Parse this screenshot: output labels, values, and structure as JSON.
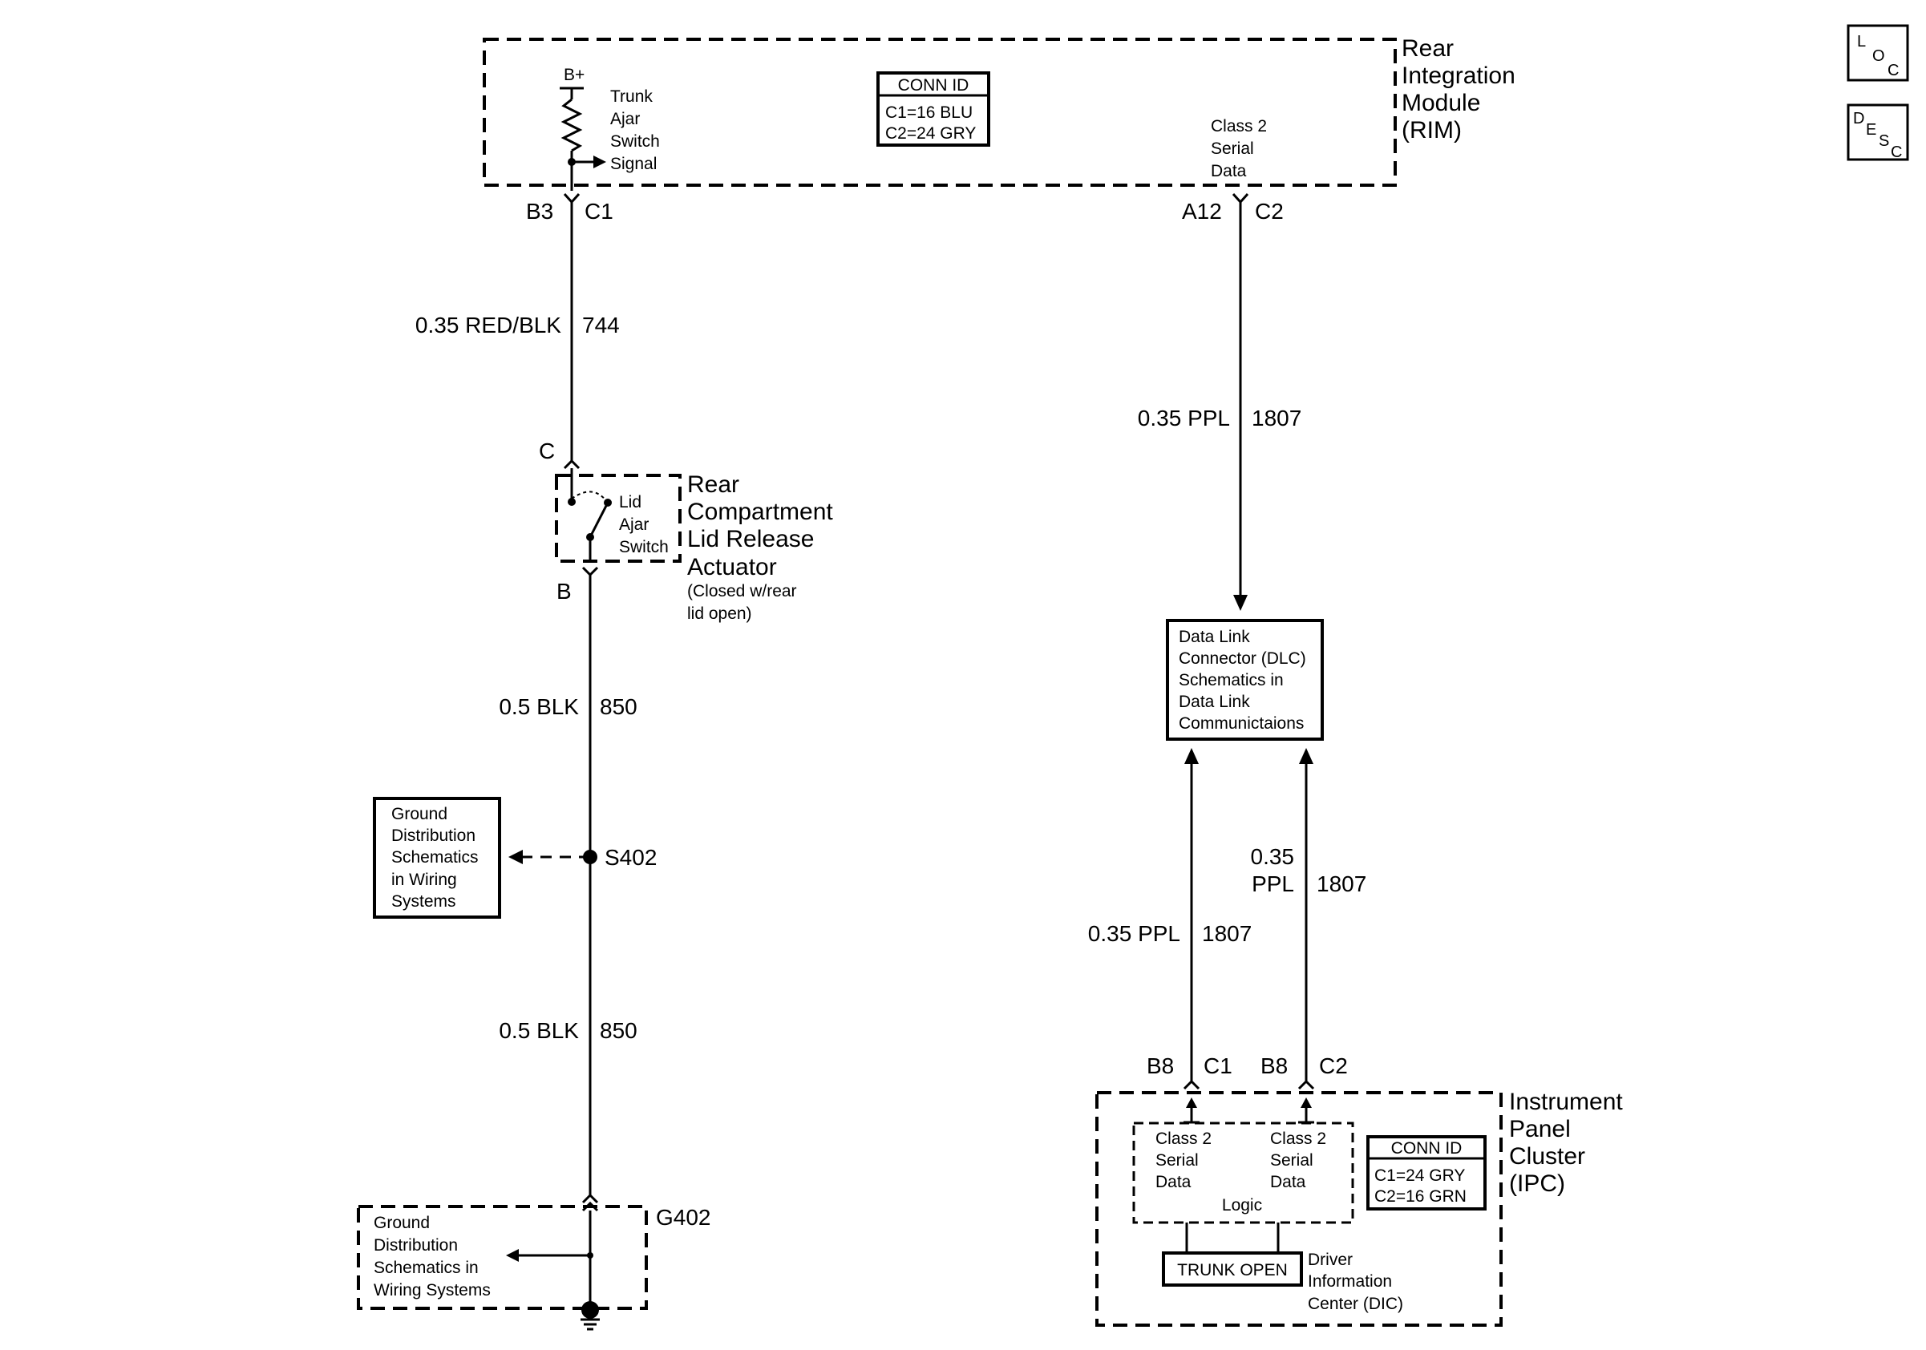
{
  "rim": {
    "name_lines": [
      "Rear",
      "Integration",
      "Module",
      "(RIM)"
    ],
    "bplus": "B+",
    "trunk_lines": [
      "Trunk",
      "Ajar",
      "Switch",
      "Signal"
    ],
    "conn_title": "CONN ID",
    "conn_lines": [
      "C1=16 BLU",
      "C2=24 GRY"
    ],
    "class2_lines": [
      "Class 2",
      "Serial",
      "Data"
    ],
    "pin_b3": "B3",
    "pin_c1": "C1",
    "pin_a12": "A12",
    "pin_c2": "C2"
  },
  "wires": {
    "w744_gauge": "0.35 RED/BLK",
    "w744_num": "744",
    "w1807_gauge": "0.35 PPL",
    "w1807_num": "1807",
    "w850a_gauge": "0.5 BLK",
    "w850a_num": "850",
    "w850b_gauge": "0.5 BLK",
    "w850b_num": "850",
    "w1807_left_gauge": "0.35 PPL",
    "w1807_left_num": "1807",
    "w1807_right_gauge_lines": [
      "0.35",
      "PPL"
    ],
    "w1807_right_num": "1807"
  },
  "actuator": {
    "pin_c": "C",
    "pin_b": "B",
    "switch_lines": [
      "Lid",
      "Ajar",
      "Switch"
    ],
    "name_lines": [
      "Rear",
      "Compartment",
      "Lid Release",
      "Actuator"
    ],
    "note_lines": [
      "(Closed w/rear",
      "lid open)"
    ]
  },
  "splice": {
    "label": "S402",
    "ref_lines": [
      "Ground",
      "Distribution",
      "Schematics",
      "in Wiring",
      "Systems"
    ]
  },
  "ground": {
    "label": "G402",
    "ref_lines": [
      "Ground",
      "Distribution",
      "Schematics in",
      "Wiring Systems"
    ]
  },
  "dlc": {
    "lines": [
      "Data Link",
      "Connector (DLC)",
      "Schematics in",
      "Data Link",
      "Communictaions"
    ]
  },
  "ipc": {
    "name_lines": [
      "Instrument",
      "Panel",
      "Cluster",
      "(IPC)"
    ],
    "pin_b8_1": "B8",
    "pin_c1": "C1",
    "pin_b8_2": "B8",
    "pin_c2": "C2",
    "class2_left_lines": [
      "Class 2",
      "Serial",
      "Data"
    ],
    "class2_right_lines": [
      "Class 2",
      "Serial",
      "Data"
    ],
    "logic": "Logic",
    "conn_title": "CONN ID",
    "conn_lines": [
      "C1=24 GRY",
      "C2=16 GRN"
    ],
    "display": "TRUNK OPEN",
    "dic_lines": [
      "Driver",
      "Information",
      "Center (DIC)"
    ]
  },
  "nav": {
    "loc": [
      "L",
      "O",
      "C"
    ],
    "desc": [
      "D",
      "E",
      "S",
      "C"
    ]
  }
}
